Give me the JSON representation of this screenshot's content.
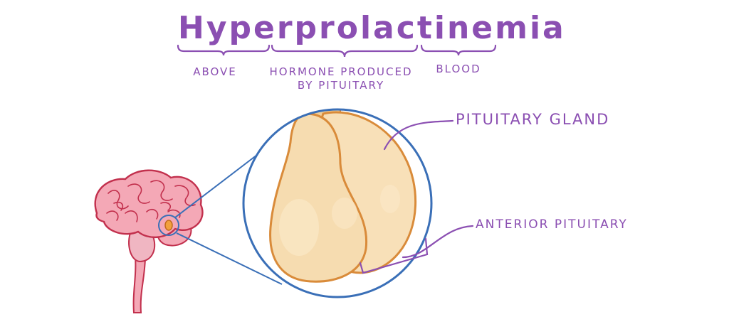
{
  "title": "Hyperprolactinemia",
  "word_parts": {
    "prefix": {
      "text": "Above"
    },
    "root": {
      "line1": "Hormone produced",
      "line2": "by pituitary"
    },
    "suffix": {
      "text": "Blood"
    }
  },
  "labels": {
    "pituitary_gland": "Pituitary gland",
    "anterior_pituitary": "Anterior pituitary"
  },
  "colors": {
    "annotation_purple": "#8b4fb2",
    "magnifier_blue": "#3a6fb7",
    "gland_fill": "#f6dcb0",
    "gland_outline": "#d98b3a",
    "brain_pink": "#f4a8b6",
    "brain_outline": "#c2304d"
  }
}
